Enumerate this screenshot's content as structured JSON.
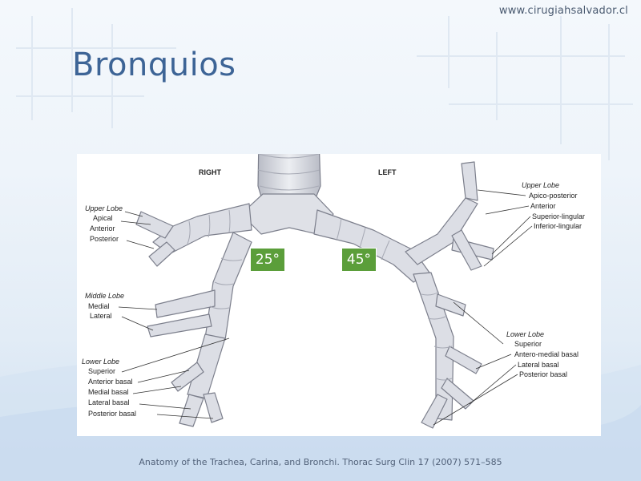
{
  "header": {
    "url": "www.cirugiahsalvador.cl",
    "title": "Bronquios"
  },
  "figure": {
    "side_right": "RIGHT",
    "side_left": "LEFT",
    "right_upper": {
      "heading": "Upper Lobe",
      "items": [
        "Apical",
        "Anterior",
        "Posterior"
      ]
    },
    "right_middle": {
      "heading": "Middle Lobe",
      "items": [
        "Medial",
        "Lateral"
      ]
    },
    "right_lower": {
      "heading": "Lower Lobe",
      "items": [
        "Superior",
        "Anterior basal",
        "Medial basal",
        "Lateral basal",
        "Posterior basal"
      ]
    },
    "left_upper": {
      "heading": "Upper Lobe",
      "items": [
        "Apico-posterior",
        "Anterior",
        "Superior-lingular",
        "Inferior-lingular"
      ]
    },
    "left_lower": {
      "heading": "Lower Lobe",
      "items": [
        "Superior",
        "Antero-medial basal",
        "Lateral basal",
        "Posterior basal"
      ]
    },
    "angle_right": "25°",
    "angle_left": "45°"
  },
  "citation": "Anatomy of the Trachea, Carina, and Bronchi. Thorac Surg Clin 17 (2007) 571–585",
  "colors": {
    "title": "#3d6496",
    "badge": "#5b9e3a",
    "airway_fill": "#d9dbe3",
    "ring": "#a6a9b4"
  }
}
